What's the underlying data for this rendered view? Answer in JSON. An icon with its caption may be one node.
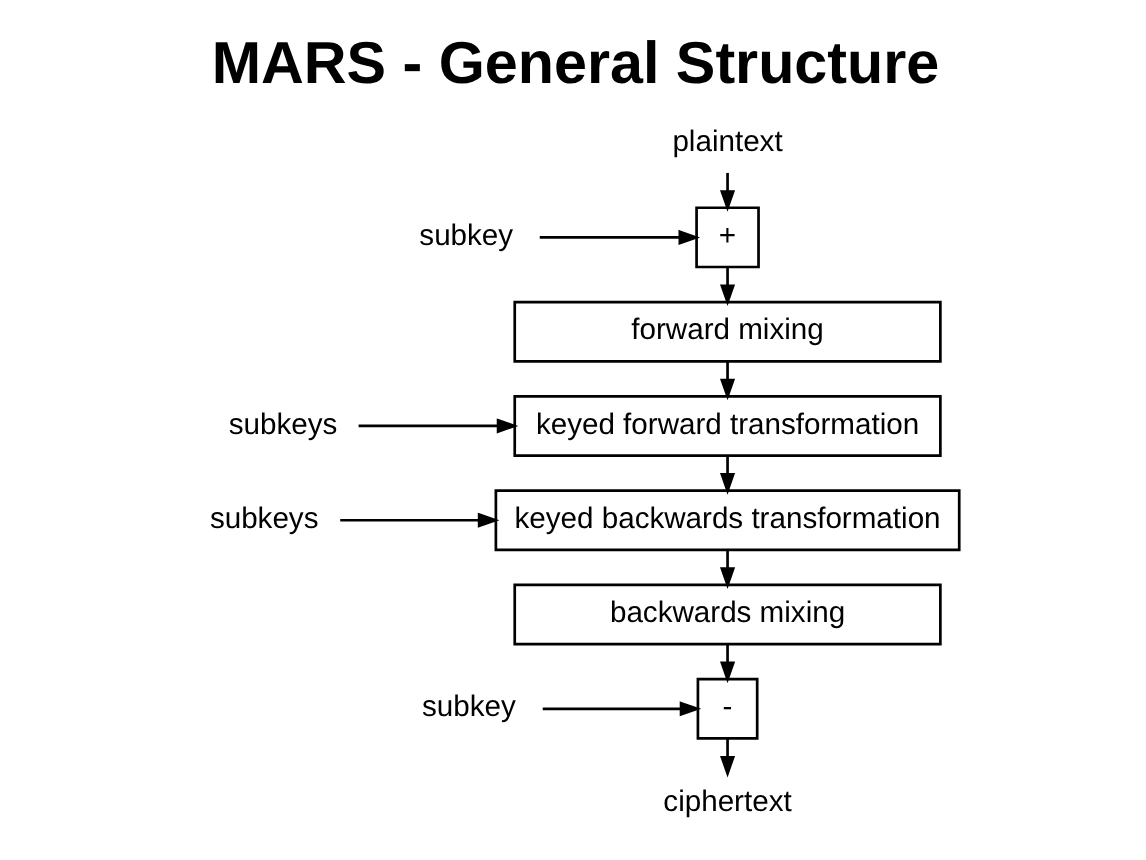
{
  "diagram": {
    "title": "MARS - General Structure",
    "nodes": [
      {
        "text": [
          "plaintext"
        ]
      },
      {
        "text": [
          "+"
        ]
      },
      {
        "text": [
          "subkey"
        ]
      },
      {
        "text": [
          "forward mixing"
        ]
      },
      {
        "text": [
          "keyed forward transformation"
        ]
      },
      {
        "text": [
          "subkeys"
        ]
      },
      {
        "text": [
          "keyed backwards transformation"
        ]
      },
      {
        "text": [
          "subkeys"
        ]
      },
      {
        "text": [
          "backwards mixing"
        ]
      },
      {
        "text": [
          "-"
        ]
      },
      {
        "text": [
          "subkey"
        ]
      },
      {
        "text": [
          "ciphertext"
        ]
      }
    ],
    "edges": [
      {
        "from": 0,
        "to": 1,
        "arrow": "to"
      },
      {
        "from": 2,
        "to": 1,
        "arrow": "to"
      },
      {
        "from": 1,
        "to": 3,
        "arrow": "to"
      },
      {
        "from": 3,
        "to": 4,
        "arrow": "to"
      },
      {
        "from": 5,
        "to": 4,
        "arrow": "to"
      },
      {
        "from": 4,
        "to": 6,
        "arrow": "to"
      },
      {
        "from": 7,
        "to": 6,
        "arrow": "to"
      },
      {
        "from": 6,
        "to": 8,
        "arrow": "to"
      },
      {
        "from": 8,
        "to": 9,
        "arrow": "to"
      },
      {
        "from": 10,
        "to": 9,
        "arrow": "to"
      },
      {
        "from": 9,
        "to": 11,
        "arrow": "to"
      }
    ]
  }
}
